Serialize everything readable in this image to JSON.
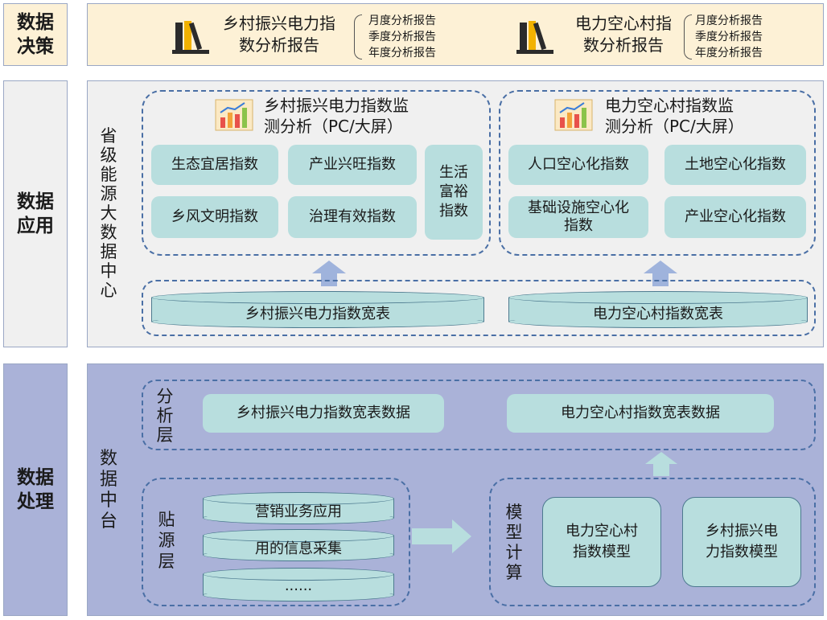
{
  "layers": {
    "decision": "数据\n决策",
    "application": "数据\n应用",
    "processing": "数据\n处理"
  },
  "decision": {
    "report1": {
      "title": "乡村振兴电力指\n数分析报告",
      "items": [
        "月度分析报告",
        "季度分析报告",
        "年度分析报告"
      ],
      "icon": "books-icon"
    },
    "report2": {
      "title": "电力空心村指\n数分析报告",
      "items": [
        "月度分析报告",
        "季度分析报告",
        "年度分析报告"
      ],
      "icon": "books-icon"
    }
  },
  "application": {
    "center_label": "省\n级\n能\n源\n大\n数\n据\n中\n心",
    "group1": {
      "title": "乡村振兴电力指数监\n测分析（PC/大屏）",
      "items": [
        "生态宜居指数",
        "产业兴旺指数",
        "乡风文明指数",
        "治理有效指数"
      ],
      "tall_item": "生活\n富裕\n指数"
    },
    "group2": {
      "title": "电力空心村指数监\n测分析（PC/大屏）",
      "items": [
        "人口空心化指数",
        "土地空心化指数",
        "基础设施空心化\n指数",
        "产业空心化指数"
      ]
    },
    "tables": [
      "乡村振兴电力指数宽表",
      "电力空心村指数宽表"
    ]
  },
  "processing": {
    "center_label": "数\n据\n中\n台",
    "analysis_layer": {
      "label": "分\n析\n层",
      "items": [
        "乡村振兴电力指数宽表数据",
        "电力空心村指数宽表数据"
      ]
    },
    "source_layer": {
      "label": "贴\n源\n层",
      "items": [
        "营销业务应用",
        "用的信息采集",
        "......"
      ]
    },
    "model_layer": {
      "label": "模\n型\n计\n算",
      "items": [
        "电力空心村\n指数模型",
        "乡村振兴电\n力指数模型"
      ]
    }
  },
  "colors": {
    "decision_bg": "#fdf1d6",
    "application_bg": "#f0f0f0",
    "processing_bg": "#aab2d8",
    "pill": "#b8dede",
    "arrow_up": "#9fb3dc",
    "arrow_right": "#b8dede",
    "dashed_border": "#4a6fa5"
  }
}
